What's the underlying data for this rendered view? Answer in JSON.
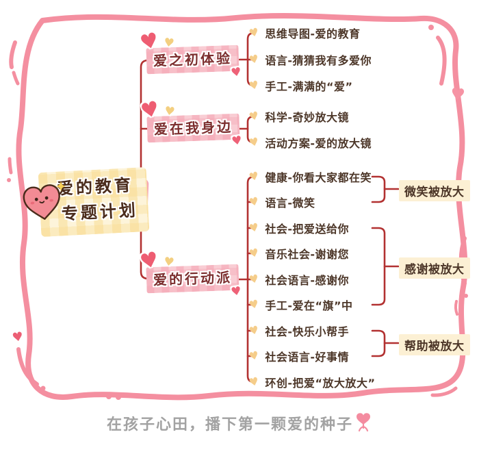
{
  "root": {
    "title_line1": "爱的教育",
    "title_line2": "专题计划",
    "icon": "smiling-heart-icon"
  },
  "branches": [
    {
      "label": "爱之初体验",
      "children": [
        "思维导图-爱的教育",
        "语言-猜猜我有多爱你",
        "手工-满满的“爱”"
      ]
    },
    {
      "label": "爱在我身边",
      "children": [
        "科学-奇妙放大镜",
        "活动方案-爱的放大镜"
      ]
    },
    {
      "label": "爱的行动派",
      "children": [
        "健康-你看大家都在笑",
        "语言-微笑",
        "社会-把爱送给你",
        "音乐社会-谢谢您",
        "社会语言-感谢你",
        "手工-爱在“旗”中",
        "社会-快乐小帮手",
        "社会语言-好事情",
        "环创-把爱“放大放大”"
      ],
      "callouts": [
        "微笑被放大",
        "感谢被放大",
        "帮助被放大"
      ]
    }
  ],
  "footer": {
    "caption": "在孩子心田，播下第一颗爱的种子",
    "icon": "heart-sprout-icon"
  },
  "colors": {
    "frame_pink": "#f48fa0",
    "connector_red": "#b23131",
    "branch_box_pink": "#f9cdd4",
    "branch_text_red": "#7c2e2e",
    "root_text_brown": "#4a2b1b",
    "root_box_yellow": "#fdf4da",
    "root_slab_pink": "#f6a8b3",
    "leaf_text_brown": "#4c3628",
    "bullet_heart_yellow": "#f5cd8a",
    "callout_bg_cream": "#fcf0d4",
    "footer_gray": "#a2a2a2",
    "accent_heart_pink": "#ee5d72"
  }
}
